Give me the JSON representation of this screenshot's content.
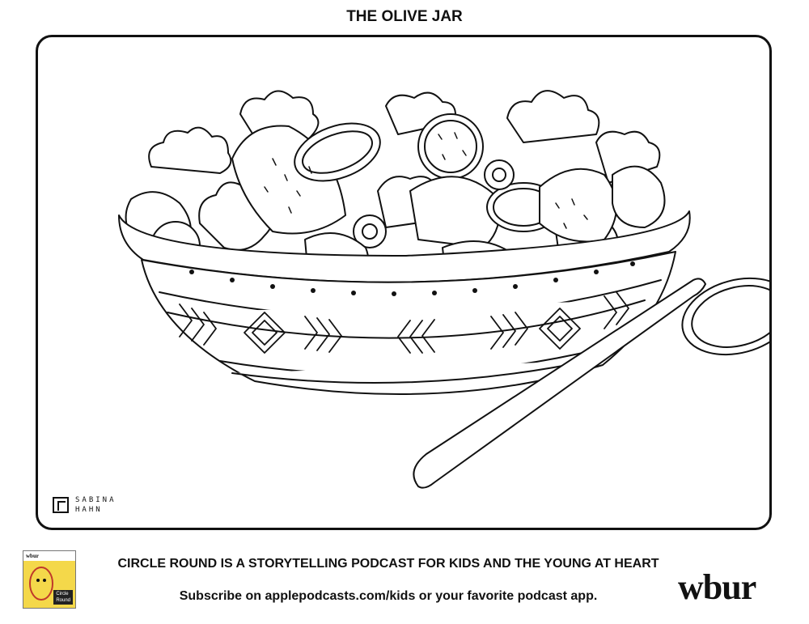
{
  "page": {
    "title": "THE OLIVE JAR"
  },
  "artwork": {
    "subject": "salad-bowl-with-spoon",
    "artist_logo_lines": [
      "SABINA",
      "HAHN"
    ]
  },
  "footer": {
    "tagline": "CIRCLE ROUND IS A STORYTELLING PODCAST FOR KIDS AND THE YOUNG AT HEART",
    "subscribe_text": "Subscribe on applepodcasts.com/kids or your favorite podcast app.",
    "station_logo": "wbur",
    "podcast_art": {
      "brand": "wbur",
      "caption_line1": "Circle",
      "caption_line2": "Round",
      "background_color": "#f4d84a"
    }
  }
}
